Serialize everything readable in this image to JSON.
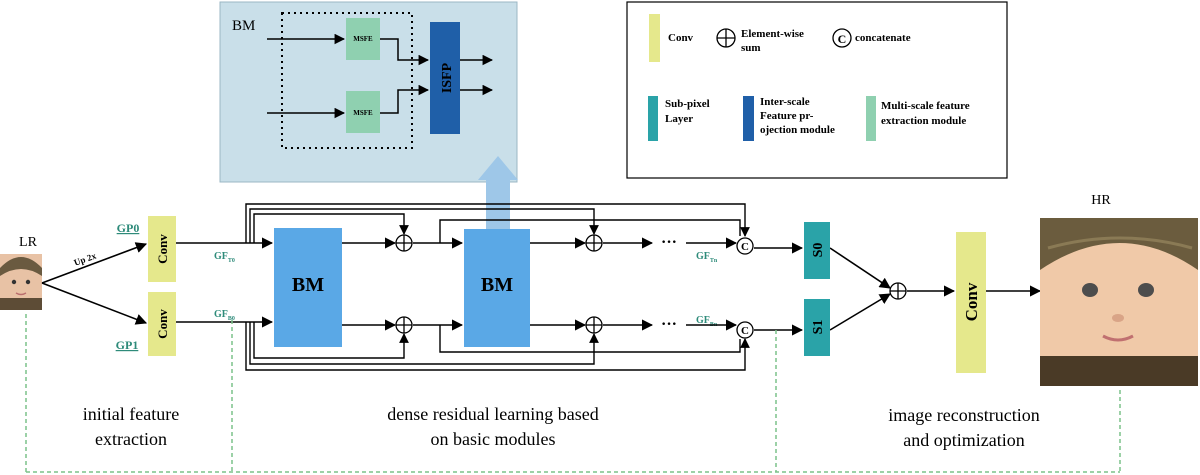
{
  "inset": {
    "title": "BM",
    "msfe_top": "MSFE",
    "msfe_bottom": "MSFE",
    "isfp": "ISFP"
  },
  "legend": {
    "conv": "Conv",
    "sum_line1": "Element-wise",
    "sum_line2": "sum",
    "concat_symbol": "C",
    "concat": "concatenate",
    "subpixel_line1": "Sub-pixel",
    "subpixel_line2": "Layer",
    "isfp_line1": "Inter-scale",
    "isfp_line2": "Feature pr-",
    "isfp_line3": "ojection module",
    "msfe_line1": "Multi-scale feature",
    "msfe_line2": "extraction module"
  },
  "main": {
    "lr": "LR",
    "hr": "HR",
    "up": "Up 2x",
    "gp0": "GP0",
    "gp1": "GP1",
    "conv_top": "Conv",
    "conv_bottom": "Conv",
    "gf_t0_main": "GF",
    "gf_t0_sub": "T0",
    "gf_b0_main": "GF",
    "gf_b0_sub": "B0",
    "gf_tn_main": "GF",
    "gf_tn_sub": "Tn",
    "gf_bn_main": "GF",
    "gf_bn_sub": "Bn",
    "bm1": "BM",
    "bm2": "BM",
    "dots_top": "···",
    "dots_bottom": "···",
    "concat_top": "C",
    "concat_bottom": "C",
    "s0": "S0",
    "s1": "S1",
    "conv_final": "Conv"
  },
  "stages": {
    "stage1_line1": "initial feature",
    "stage1_line2": "extraction",
    "stage2_line1": "dense residual learning based",
    "stage2_line2": "on basic modules",
    "stage3_line1": "image reconstruction",
    "stage3_line2": "and optimization"
  },
  "colors": {
    "conv": "#e5e88c",
    "bm": "#5aa8e6",
    "isfp": "#1f5fa8",
    "msfe": "#8fd0b0",
    "subpixel": "#2aa3a8",
    "inset_bg": "#c9dfe9",
    "dashed_green": "#7cc28a",
    "teal_text": "#2e8b7a"
  }
}
